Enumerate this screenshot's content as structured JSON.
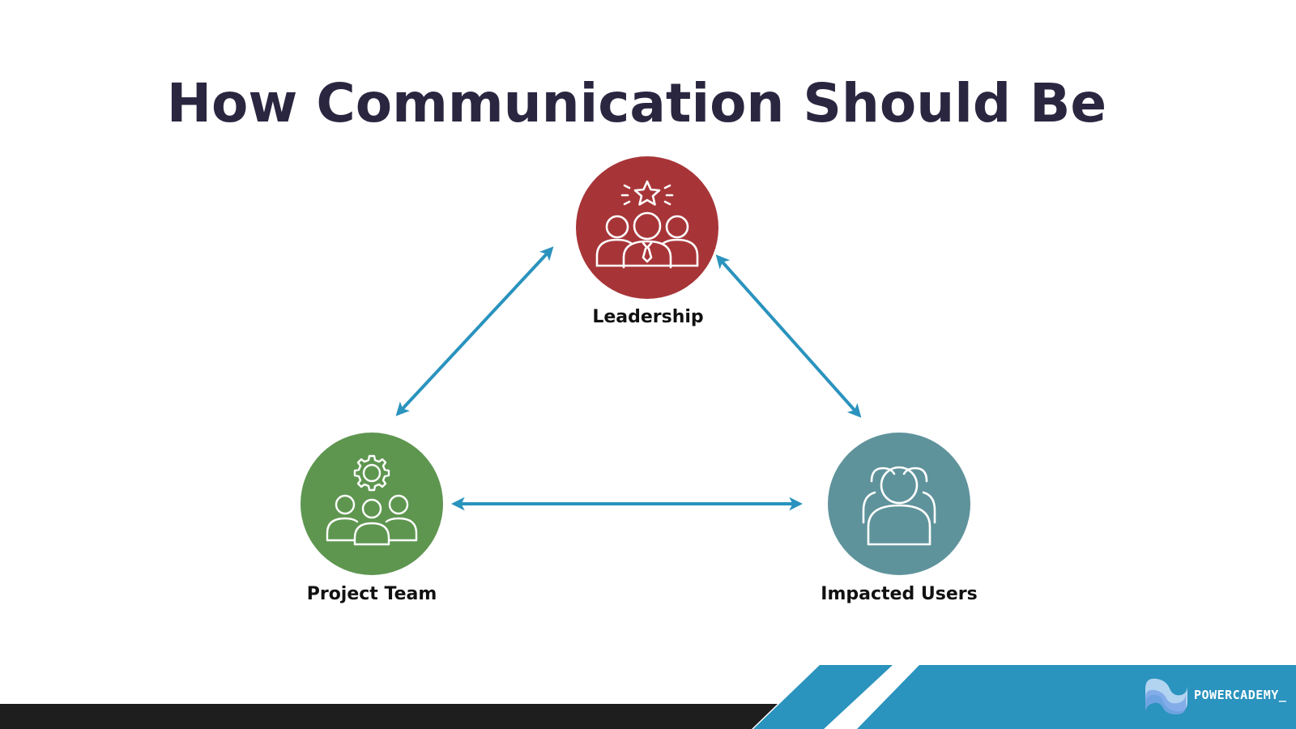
{
  "slide": {
    "title": "How Communication Should Be"
  },
  "nodes": {
    "leadership": {
      "label": "Leadership",
      "color": "#a73538",
      "icon": "leader-group-star-icon"
    },
    "project_team": {
      "label": "Project Team",
      "color": "#5e9650",
      "icon": "team-gear-icon"
    },
    "impacted_users": {
      "label": "Impacted Users",
      "color": "#5f939c",
      "icon": "users-group-icon"
    }
  },
  "connections": [
    {
      "from": "Leadership",
      "to": "Project Team",
      "direction": "bidirectional"
    },
    {
      "from": "Leadership",
      "to": "Impacted Users",
      "direction": "bidirectional"
    },
    {
      "from": "Project Team",
      "to": "Impacted Users",
      "direction": "bidirectional"
    }
  ],
  "colors": {
    "arrow": "#2a93be",
    "title": "#2b2640",
    "footer_dark": "#1e1e1e",
    "footer_blue": "#2a93be"
  },
  "footer": {
    "brand": "POWERCADEMY_"
  }
}
